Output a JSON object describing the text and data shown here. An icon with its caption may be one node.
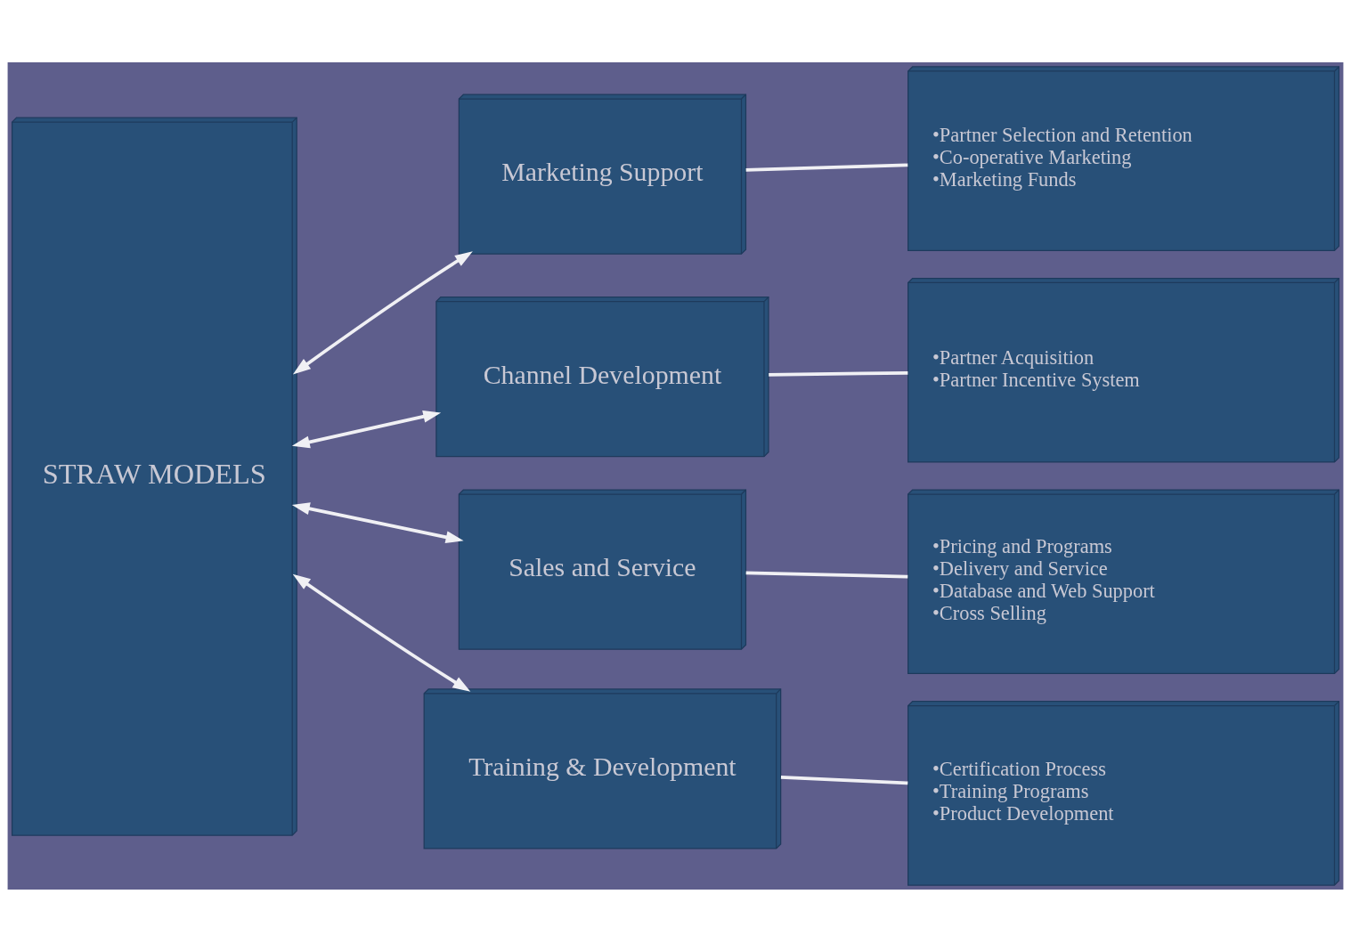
{
  "diagram": {
    "nodes": [
      {
        "text": [
          "STRAW MODELS"
        ]
      },
      {
        "text": [
          "Marketing Support"
        ]
      },
      {
        "text": [
          "Channel Development"
        ]
      },
      {
        "text": [
          "Sales and Service"
        ]
      },
      {
        "text": [
          "Training & Development"
        ]
      },
      {
        "text": [
          "•Partner Selection and Retention",
          "•Co-operative Marketing",
          "•Marketing Funds"
        ]
      },
      {
        "text": [
          "•Partner Acquisition",
          "•Partner Incentive System"
        ]
      },
      {
        "text": [
          "•Pricing and Programs",
          "•Delivery and Service",
          "•Database and Web Support",
          "•Cross Selling"
        ]
      },
      {
        "text": [
          "•Certification Process",
          "•Training Programs",
          "•Product Development"
        ]
      }
    ],
    "edges": [
      {
        "from": 0,
        "to": 1,
        "arrow": "both"
      },
      {
        "from": 0,
        "to": 2,
        "arrow": "both"
      },
      {
        "from": 0,
        "to": 3,
        "arrow": "both"
      },
      {
        "from": 0,
        "to": 4,
        "arrow": "both"
      },
      {
        "from": 1,
        "to": 5,
        "arrow": "none"
      },
      {
        "from": 2,
        "to": 6,
        "arrow": "none"
      },
      {
        "from": 3,
        "to": 7,
        "arrow": "none"
      },
      {
        "from": 4,
        "to": 8,
        "arrow": "none"
      }
    ]
  }
}
